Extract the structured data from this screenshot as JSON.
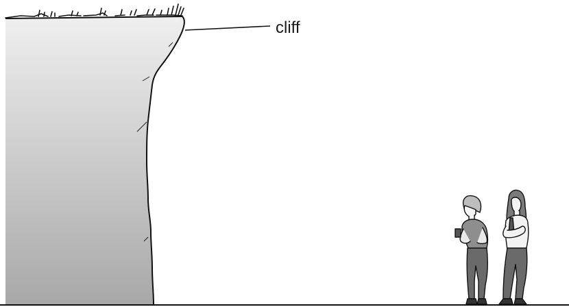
{
  "diagram": {
    "labels": {
      "cliff": "cliff"
    },
    "colors": {
      "cliff_light": "#ececec",
      "cliff_dark": "#a9a9a9",
      "outline": "#111111",
      "clothing_gray": "#8a8a8a",
      "clothing_dark": "#666666",
      "skin_light": "#e9e9e9"
    },
    "figures": [
      {
        "name": "person-left",
        "description_icon": "person-icon"
      },
      {
        "name": "person-right",
        "description_icon": "person-icon"
      }
    ]
  }
}
